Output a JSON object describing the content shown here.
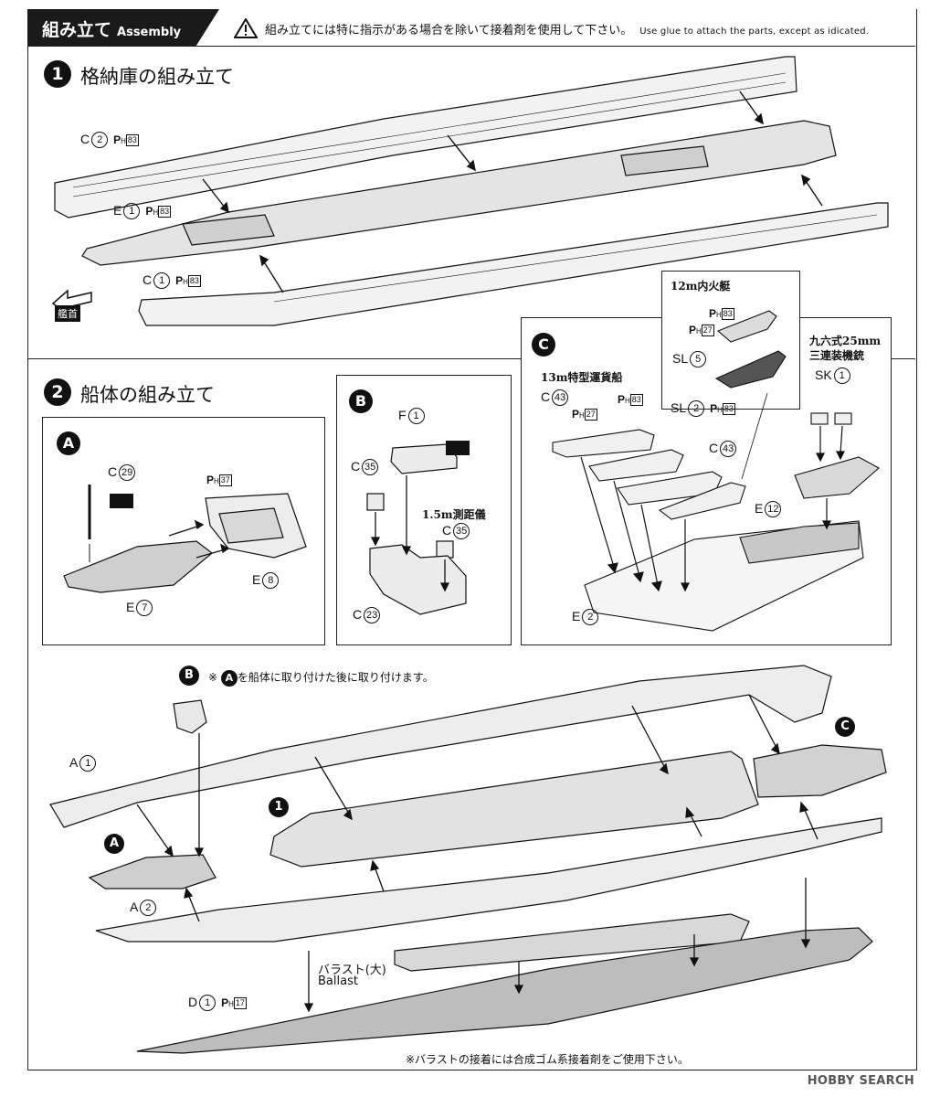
{
  "header": {
    "title_jp": "組み立て",
    "title_en": "Assembly",
    "note_jp": "組み立てには特に指示がある場合を除いて接着剤を使用して下さい。",
    "note_en": "Use glue to attach the parts, except as idicated."
  },
  "step1": {
    "number": "1",
    "title": "格納庫の組み立て",
    "labels": [
      {
        "letter": "C",
        "num": "2",
        "ph": "83"
      },
      {
        "letter": "E",
        "num": "1",
        "ph": "83"
      },
      {
        "letter": "C",
        "num": "1",
        "ph": "83"
      }
    ],
    "bow_label": "艦首"
  },
  "step2": {
    "number": "2",
    "title": "船体の組み立て"
  },
  "subA": {
    "letter": "A",
    "labels": [
      {
        "letter": "C",
        "num": "29"
      },
      {
        "ph": "37"
      },
      {
        "letter": "E",
        "num": "8"
      },
      {
        "letter": "E",
        "num": "7"
      }
    ]
  },
  "subB": {
    "letter": "B",
    "labels": [
      {
        "letter": "F",
        "num": "1"
      },
      {
        "letter": "C",
        "num": "35"
      },
      {
        "letter": "C",
        "num": "35"
      },
      {
        "letter": "C",
        "num": "23"
      }
    ],
    "rangefinder": "1.5m測距儀"
  },
  "subC": {
    "letter": "C",
    "cargo_boat": "13m特型運貨船",
    "motor_boat": "12m内火艇",
    "aa_gun_line1": "九六式25mm",
    "aa_gun_line2": "三連装機銃",
    "labels": {
      "c43a": {
        "letter": "C",
        "num": "43"
      },
      "ph27a": "27",
      "ph83a": "83",
      "ph83b": "83",
      "ph27b": "27",
      "sl5": {
        "letter": "SL",
        "num": "5"
      },
      "sl2": {
        "letter": "SL",
        "num": "2",
        "ph": "83"
      },
      "c43b": {
        "letter": "C",
        "num": "43"
      },
      "sk1": {
        "letter": "SK",
        "num": "1"
      },
      "e12": {
        "letter": "E",
        "num": "12"
      },
      "e2": {
        "letter": "E",
        "num": "2"
      }
    }
  },
  "final": {
    "note_jp": "を船体に取り付けた後に取り付けます。",
    "note_mark": "※",
    "a1": {
      "letter": "A",
      "num": "1"
    },
    "a2": {
      "letter": "A",
      "num": "2"
    },
    "d1": {
      "letter": "D",
      "num": "1",
      "ph": "17"
    },
    "ballast_jp": "バラスト(大)",
    "ballast_en": "Ballast",
    "bottom_note": "※バラストの接着には合成ゴム系接着剤をご使用下さい。"
  },
  "watermark": "HOBBY SEARCH",
  "colors": {
    "ink": "#111111",
    "hull_fill": "#e8e8e8",
    "deck_fill": "#d4d4d4",
    "ballast_fill": "#bdbdbd"
  }
}
